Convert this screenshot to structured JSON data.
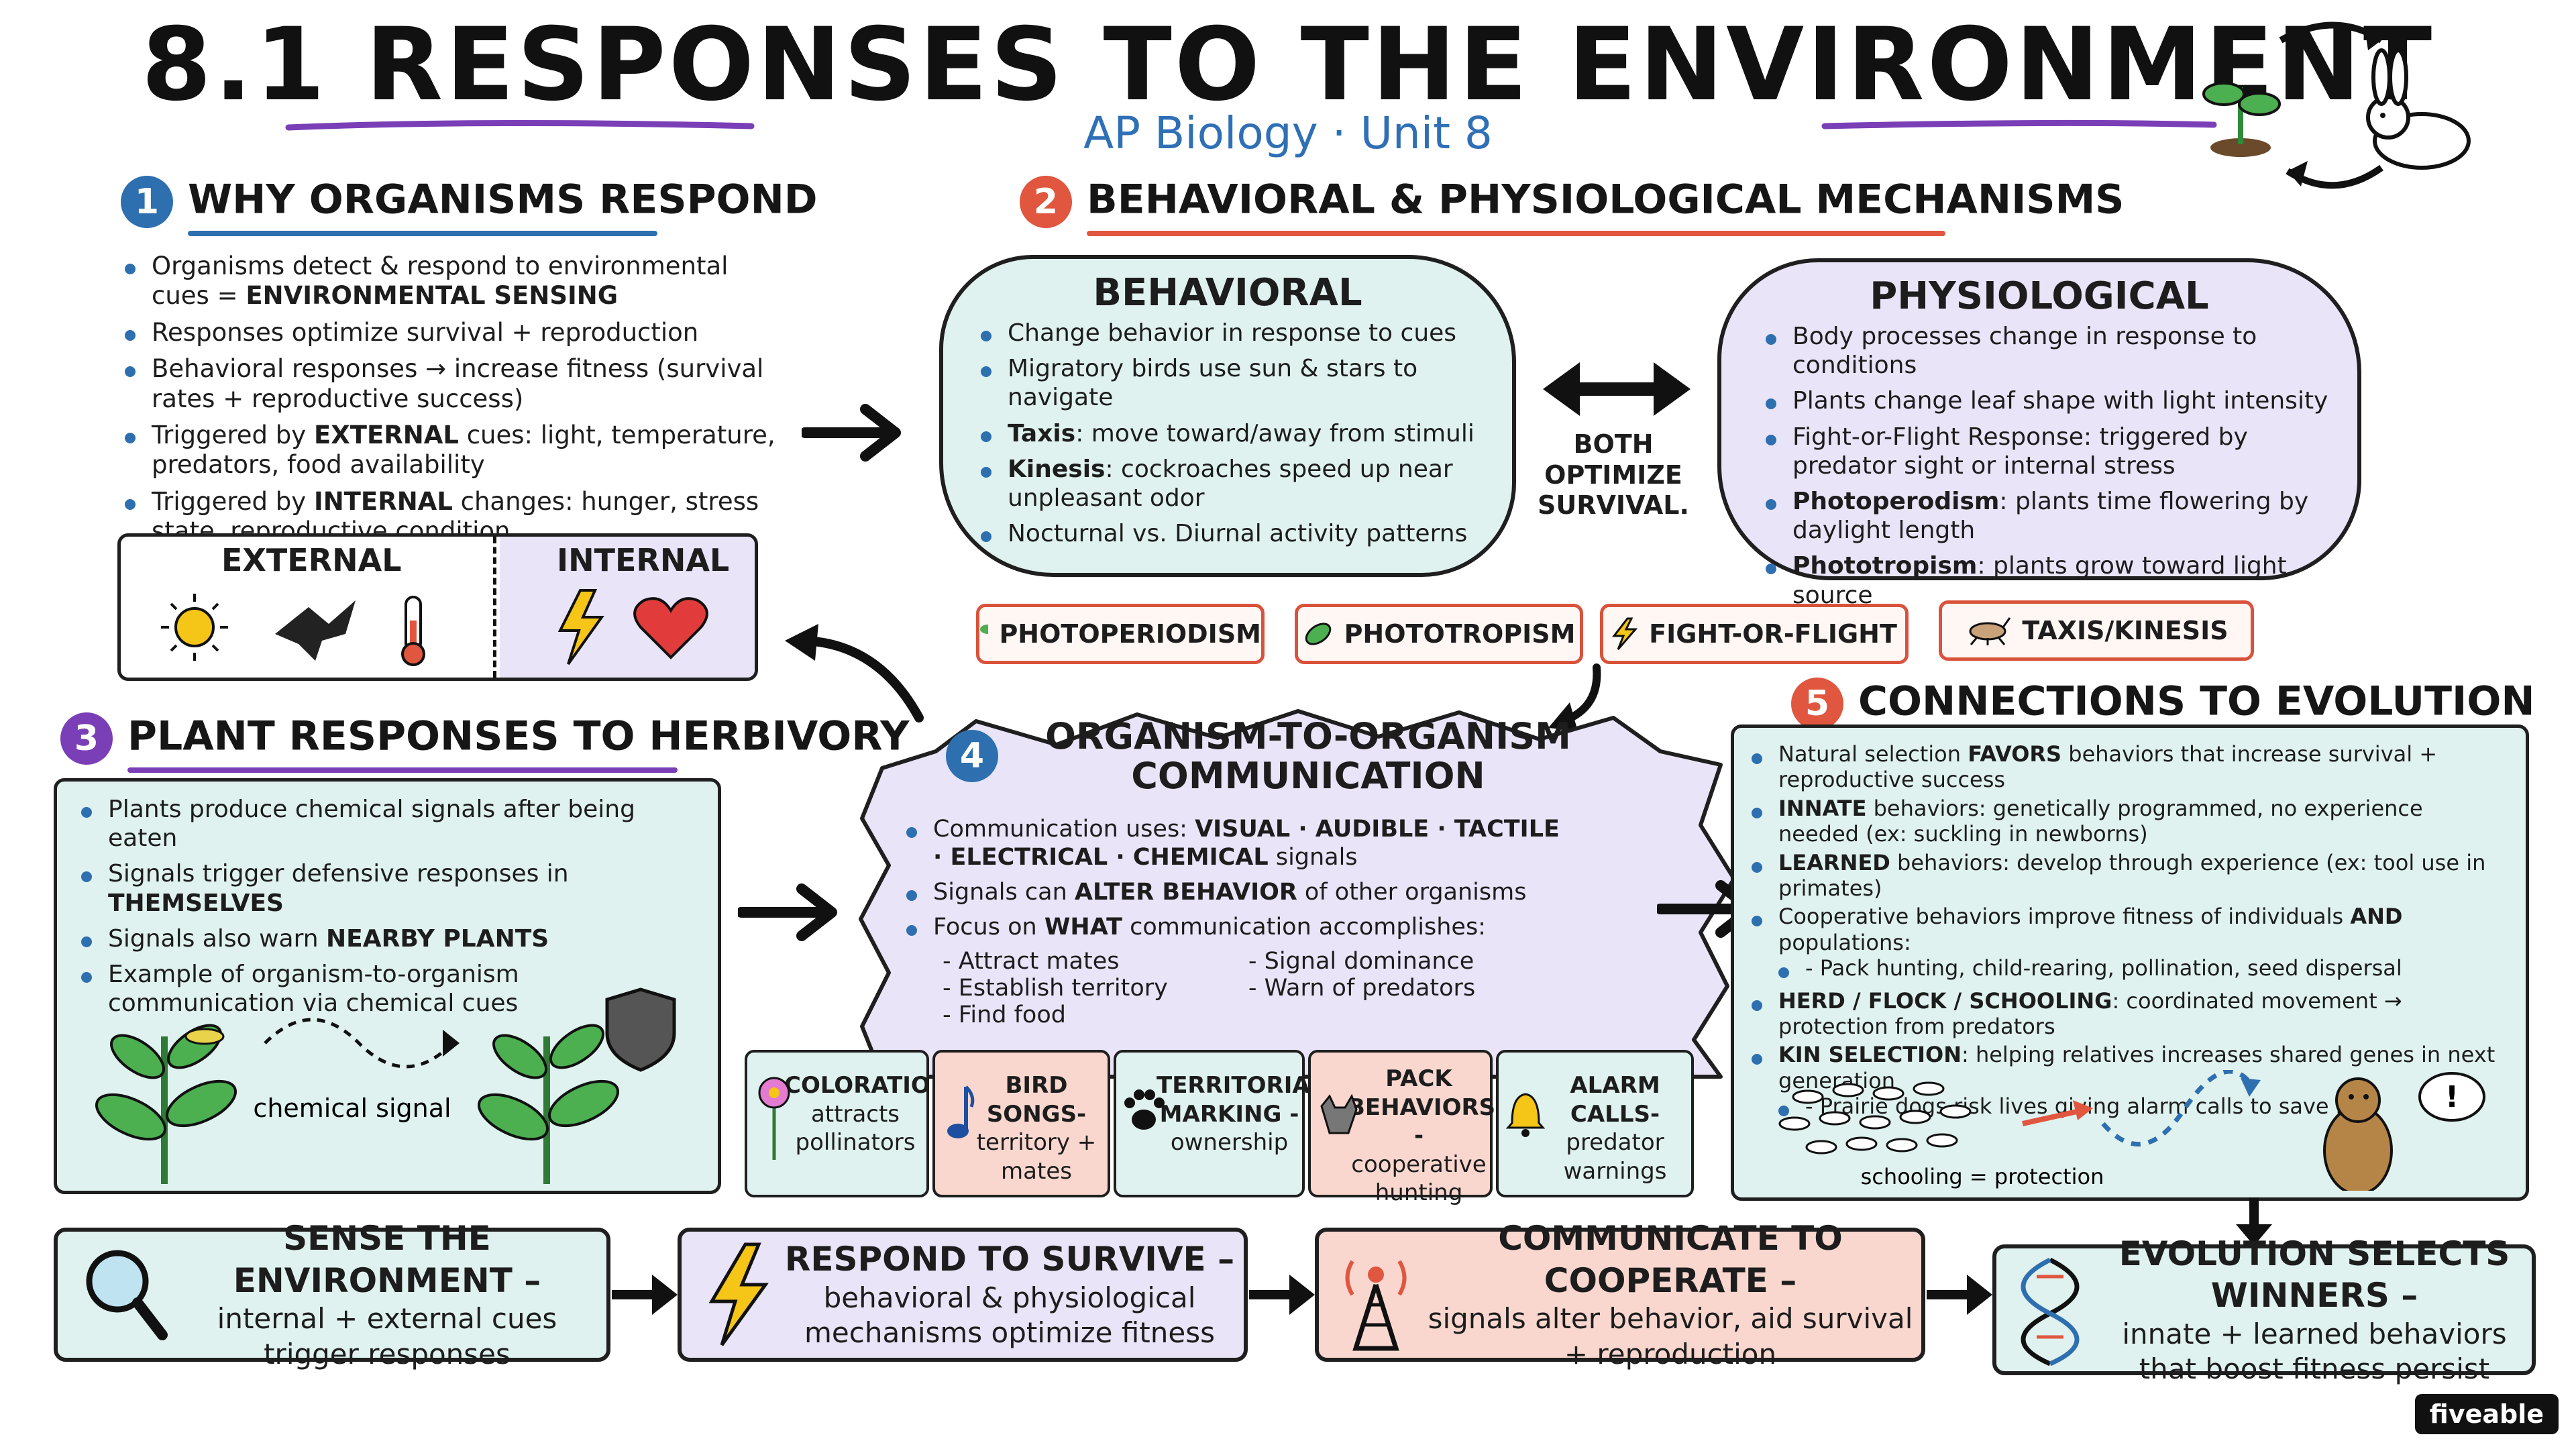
{
  "header": {
    "title": "8.1 RESPONSES TO THE ENVIRONMENT",
    "subtitle": "AP Biology · Unit 8"
  },
  "colors": {
    "blue": "#2e6fb0",
    "red": "#e0563f",
    "purple": "#7a3fb6",
    "mint": "#dff2ef",
    "lavender": "#e9e4f7",
    "peach": "#f9d7cf"
  },
  "section1": {
    "number": "1",
    "title": "WHY ORGANISMS RESPOND",
    "bullets": [
      {
        "pre": "Organisms detect & respond to environmental cues = ",
        "bold": "ENVIRONMENTAL SENSING",
        "post": ""
      },
      {
        "pre": "Responses optimize survival + reproduction",
        "bold": "",
        "post": ""
      },
      {
        "pre": "Behavioral responses → increase fitness (survival rates + reproductive success)",
        "bold": "",
        "post": ""
      },
      {
        "pre": "Triggered by ",
        "bold": "EXTERNAL",
        "post": " cues: light, temperature, predators, food availability"
      },
      {
        "pre": "Triggered by ",
        "bold": "INTERNAL",
        "post": " changes: hunger, stress state, reproductive condition"
      }
    ],
    "external_label": "EXTERNAL",
    "internal_label": "INTERNAL"
  },
  "section2": {
    "number": "2",
    "title": "BEHAVIORAL & PHYSIOLOGICAL MECHANISMS",
    "behavioral": {
      "title": "BEHAVIORAL",
      "bullets": [
        {
          "bold": "",
          "text": "Change behavior in response to cues"
        },
        {
          "bold": "",
          "text": "Migratory birds use sun & stars to navigate"
        },
        {
          "bold": "Taxis",
          "text": ": move toward/away from stimuli"
        },
        {
          "bold": "Kinesis",
          "text": ": cockroaches speed up near unpleasant odor"
        },
        {
          "bold": "",
          "text": "Nocturnal vs. Diurnal activity patterns"
        }
      ]
    },
    "middle_label": "BOTH OPTIMIZE SURVIVAL.",
    "physiological": {
      "title": "PHYSIOLOGICAL",
      "bullets": [
        {
          "bold": "",
          "text": "Body processes change in response to conditions"
        },
        {
          "bold": "",
          "text": "Plants change leaf shape with light intensity"
        },
        {
          "bold": "",
          "text": "Fight-or-Flight Response: triggered by predator sight or internal stress"
        },
        {
          "bold": "Photoperodism",
          "text": ": plants time flowering by daylight length"
        },
        {
          "bold": "Phototropism",
          "text": ": plants grow toward light source"
        }
      ]
    },
    "tags": [
      "PHOTOPERIODISM",
      "PHOTOTROPISM",
      "FIGHT-OR-FLIGHT",
      "TAXIS/KINESIS"
    ]
  },
  "section3": {
    "number": "3",
    "title": "PLANT RESPONSES TO HERBIVORY",
    "bullets": [
      {
        "pre": "Plants produce chemical signals after being eaten",
        "bold": ""
      },
      {
        "pre": "Signals trigger defensive responses in ",
        "bold": "THEMSELVES"
      },
      {
        "pre": "Signals also warn ",
        "bold": "NEARBY PLANTS"
      },
      {
        "pre": "Example of organism-to-organism communication via chemical cues",
        "bold": ""
      }
    ],
    "signal_label": "chemical signal"
  },
  "section4": {
    "number": "4",
    "title_line1": "ORGANISM-TO-ORGANISM",
    "title_line2": "COMMUNICATION",
    "uses_pre": "Communication uses: ",
    "uses_bold": "VISUAL · AUDIBLE · TACTILE · ELECTRICAL · CHEMICAL",
    "uses_post": " signals",
    "alter_pre": "Signals can ",
    "alter_bold": "ALTER BEHAVIOR",
    "alter_post": " of other organisms",
    "focus_pre": "Focus on ",
    "focus_bold": "WHAT",
    "focus_post": " communication accomplishes:",
    "accomplish_left": [
      "- Attract mates",
      "- Establish territory",
      "- Find food"
    ],
    "accomplish_right": [
      "- Signal dominance",
      "- Warn of predators"
    ],
    "cards": [
      {
        "title": "COLORATION-",
        "desc": "attracts pollinators",
        "icon": "flower-icon"
      },
      {
        "title": "BIRD SONGS-",
        "desc": "territory + mates",
        "icon": "music-note-icon"
      },
      {
        "title": "TERRITORIAL MARKING -",
        "desc": "ownership",
        "icon": "paw-icon"
      },
      {
        "title": "PACK BEHAVIORS -",
        "desc": "cooperative hunting",
        "icon": "wolf-icon"
      },
      {
        "title": "ALARM CALLS-",
        "desc": "predator warnings",
        "icon": "bell-icon"
      }
    ]
  },
  "section5": {
    "number": "5",
    "title": "CONNECTIONS TO EVOLUTION",
    "bullets": [
      {
        "pre": "Natural selection ",
        "bold": "FAVORS",
        "post": " behaviors that increase survival + reproductive success"
      },
      {
        "pre": "",
        "bold": "INNATE",
        "post": " behaviors: genetically programmed, no experience needed (ex: suckling in newborns)"
      },
      {
        "pre": "",
        "bold": "LEARNED",
        "post": " behaviors: develop through experience (ex: tool use in primates)"
      },
      {
        "pre": "Cooperative behaviors improve fitness of individuals ",
        "bold": "AND",
        "post": " populations:"
      },
      {
        "pre": "",
        "bold": "HERD / FLOCK / SCHOOLING",
        "post": ": coordinated movement → protection from predators"
      },
      {
        "pre": "",
        "bold": "KIN SELECTION",
        "post": ": helping relatives increases shared genes in next generation"
      }
    ],
    "sub_cooperative": "- Pack hunting, child-rearing, pollination, seed dispersal",
    "sub_kin": "- Prairie dogs risk lives giving alarm calls to save kin",
    "schooling_label": "schooling = protection",
    "alarm_mark": "!"
  },
  "summary": [
    {
      "title": "SENSE THE ENVIRONMENT –",
      "text": "internal + external cues trigger responses",
      "icon": "magnifier-icon"
    },
    {
      "title": "RESPOND TO SURVIVE –",
      "text": "behavioral & physiological mechanisms optimize fitness",
      "icon": "lightning-icon"
    },
    {
      "title": "COMMUNICATE TO COOPERATE –",
      "text": "signals alter behavior, aid survival + reproduction",
      "icon": "antenna-icon"
    },
    {
      "title": "EVOLUTION SELECTS WINNERS –",
      "text": "innate + learned behaviors that boost fitness persist",
      "icon": "dna-icon"
    }
  ],
  "logo": "fiveable"
}
